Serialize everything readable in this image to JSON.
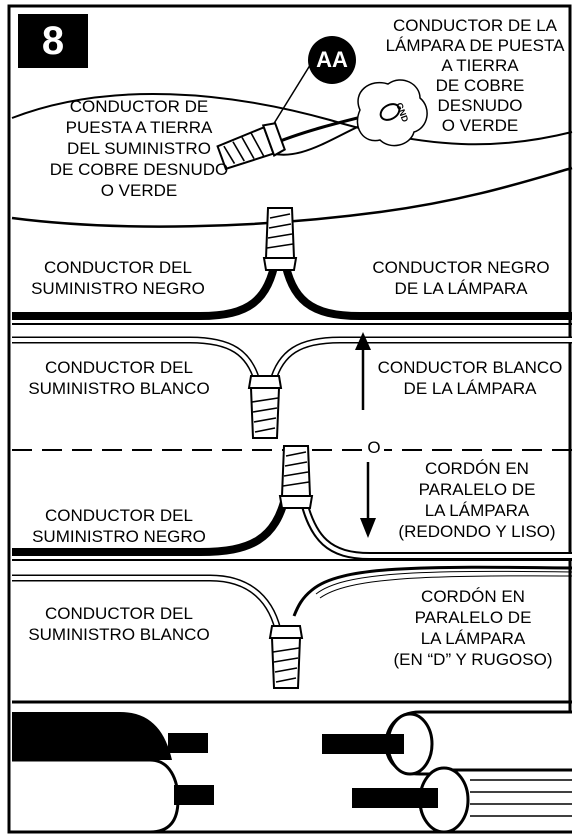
{
  "step_number": "8",
  "badge": "AA",
  "panels": {
    "ground": {
      "supply_ground_label": [
        "CONDUCTOR DE",
        "PUESTA A TIERRA",
        "DEL SUMINISTRO",
        "DE COBRE DESNUDO",
        "O VERDE"
      ],
      "fixture_ground_label": [
        "CONDUCTOR DE LA",
        "LÁMPARA DE PUESTA",
        "A TIERRA",
        "DE COBRE",
        "DESNUDO",
        "O VERDE"
      ],
      "screw_mark": "GND"
    },
    "black": {
      "supply_label": [
        "CONDUCTOR DEL",
        "SUMINISTRO NEGRO"
      ],
      "fixture_label": [
        "CONDUCTOR NEGRO",
        "DE LA LÁMPARA"
      ]
    },
    "white": {
      "supply_label": [
        "CONDUCTOR DEL",
        "SUMINISTRO BLANCO"
      ],
      "fixture_label": [
        "CONDUCTOR BLANCO",
        "DE LA LÁMPARA"
      ]
    },
    "or_label": "O",
    "cord_round": {
      "supply_label": [
        "CONDUCTOR DEL",
        "SUMINISTRO NEGRO"
      ],
      "fixture_label": [
        "CORDÓN EN",
        "PARALELO DE",
        "LA LÁMPARA",
        "(REDONDO Y LISO)"
      ]
    },
    "cord_ribbed": {
      "supply_label": [
        "CONDUCTOR DEL",
        "SUMINISTRO BLANCO"
      ],
      "fixture_label": [
        "CORDÓN EN",
        "PARALELO DE",
        "LA LÁMPARA",
        "(EN “D” Y RUGOSO)"
      ]
    }
  }
}
